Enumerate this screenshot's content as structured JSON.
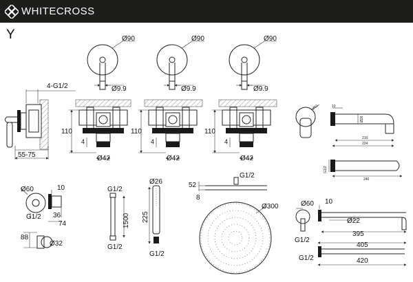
{
  "header": {
    "brand": "WHITECROSS",
    "variant": "Y"
  },
  "dims": {
    "mixer_plate_dia": "Ø90",
    "mixer_lever_dia": "Ø9.9",
    "body_side_thread": "4-G1/2",
    "body_depth_range": "55-75",
    "body_height": "110",
    "body_offset": "4",
    "body_face_dia": "Ø42",
    "spout_plate_dia": "Ø52",
    "spout_flange": "10",
    "spout_height": "Ø26",
    "spout_len1": "210",
    "spout_len2": "224",
    "spout_len3": "240",
    "spout_thread": "G1/2",
    "outlet_dia": "Ø60",
    "outlet_depth": "10",
    "outlet_36": "36",
    "outlet_74": "74",
    "outlet_thread": "G1/2",
    "holder_88": "88",
    "holder_dia": "Ø32",
    "rail_top": "G1/2",
    "rail_len": "1500",
    "rail_bottom": "G1/2",
    "hand_dia": "Ø26",
    "hand_len": "225",
    "hand_thread": "G1/2",
    "head_52": "52",
    "head_thread": "G1/2",
    "head_8": "8",
    "head_dia": "Ø300",
    "arm_dia": "Ø60",
    "arm_10": "10",
    "arm_tube": "Ø22",
    "arm_thread": "G1/2",
    "arm_395": "395",
    "arm_405": "405",
    "arm2_thread": "G1/2",
    "arm_420": "420"
  }
}
